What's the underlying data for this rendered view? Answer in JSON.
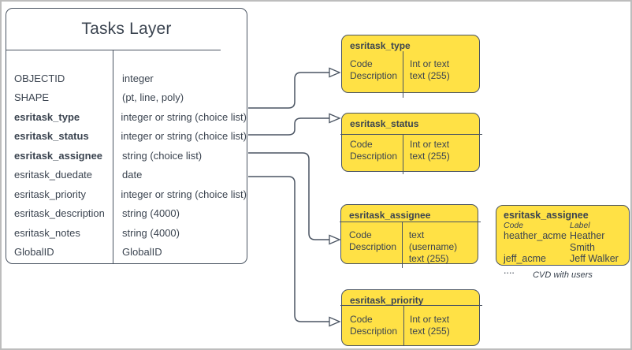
{
  "colors": {
    "domain_fill": "#ffe145",
    "stroke": "#4a5462",
    "text": "#3b4450",
    "frame_border": "#bdbdbd"
  },
  "main_table": {
    "title": "Tasks Layer",
    "rows": [
      {
        "field": "OBJECTID",
        "type": "integer"
      },
      {
        "field": "SHAPE",
        "type": "(pt, line, poly)"
      },
      {
        "field": "esritask_type",
        "type": "integer or string (choice list)"
      },
      {
        "field": "esritask_status",
        "type": "integer or string (choice list)"
      },
      {
        "field": "esritask_assignee",
        "type": "string (choice list)"
      },
      {
        "field": "esritask_duedate",
        "type": "date"
      },
      {
        "field": "esritask_priority",
        "type": "integer or string (choice list)"
      },
      {
        "field": "esritask_description",
        "type": "string (4000)"
      },
      {
        "field": "esritask_notes",
        "type": "string (4000)"
      },
      {
        "field": "GlobalID",
        "type": "GlobalID"
      }
    ]
  },
  "domain_boxes": [
    {
      "title": "esritask_type",
      "left_rows": [
        "Code",
        "Description"
      ],
      "right_rows": [
        "Int or text",
        "text (255)"
      ]
    },
    {
      "title": "esritask_status",
      "left_rows": [
        "Code",
        "Description"
      ],
      "right_rows": [
        "Int or text",
        "text (255)"
      ]
    },
    {
      "title": "esritask_assignee",
      "left_rows": [
        "Code",
        "Description"
      ],
      "right_rows": [
        "text  (username)",
        "text (255)"
      ]
    },
    {
      "title": "esritask_priority",
      "left_rows": [
        "Code",
        "Description"
      ],
      "right_rows": [
        "Int or text",
        "text (255)"
      ]
    }
  ],
  "cvd_box": {
    "title": "esritask_assignee",
    "col_headers": [
      "Code",
      "Label"
    ],
    "rows": [
      [
        "heather_acme",
        "Heather Smith"
      ],
      [
        "jeff_acme",
        "Jeff Walker"
      ],
      [
        "....",
        ""
      ]
    ],
    "caption": "CVD with users"
  }
}
